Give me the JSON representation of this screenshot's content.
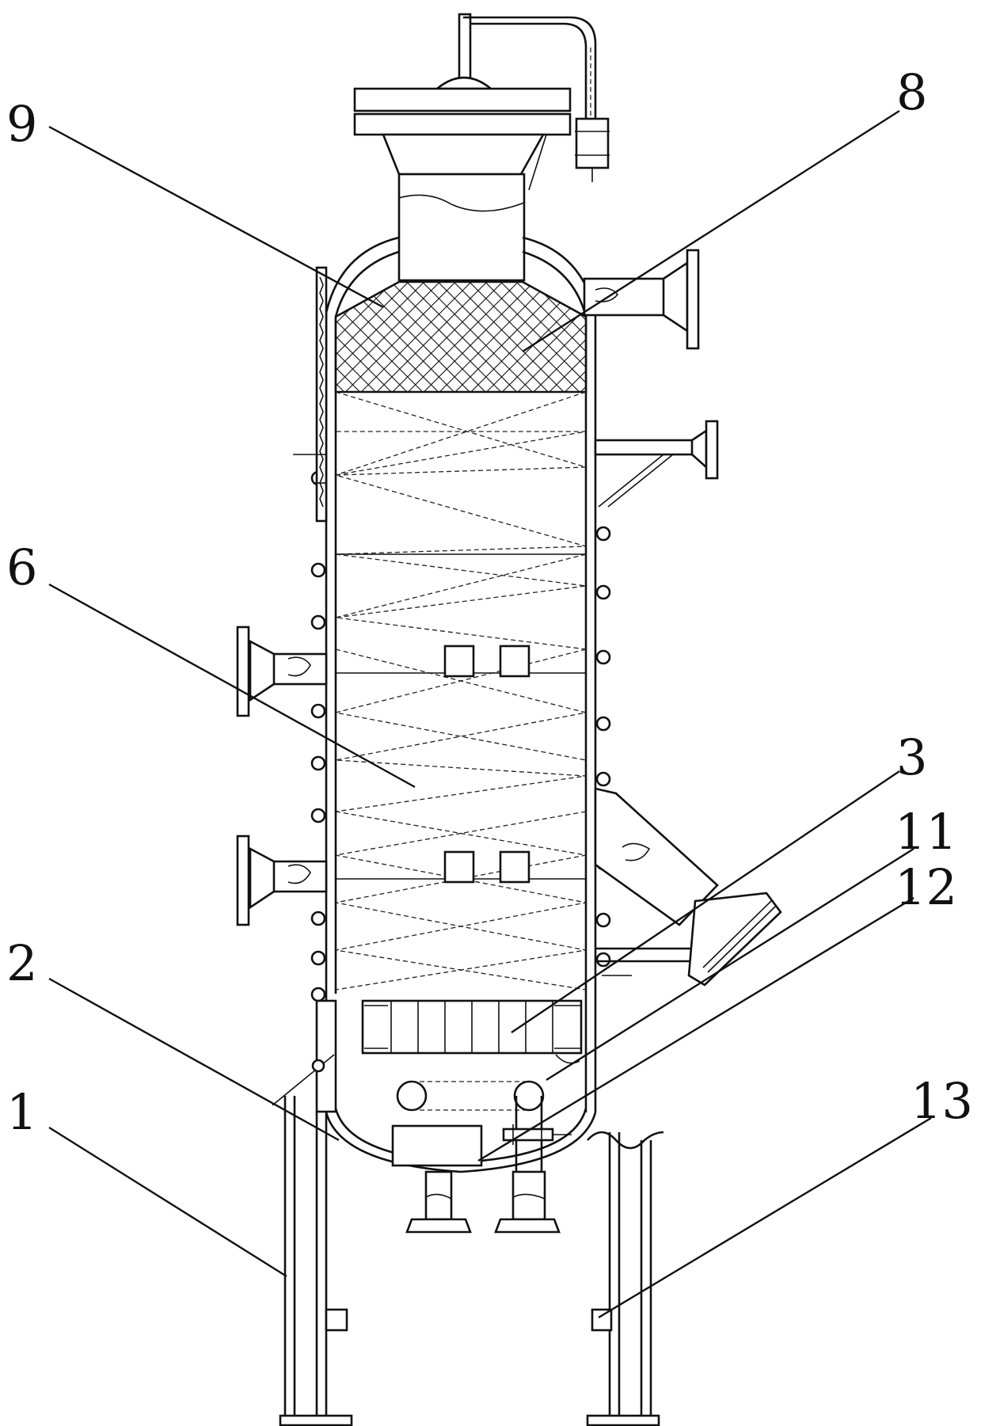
{
  "labels": {
    "l1": "1",
    "l2": "2",
    "l3": "3",
    "l6": "6",
    "l8": "8",
    "l9": "9",
    "l11": "11",
    "l12": "12",
    "l13": "13"
  },
  "colors": {
    "line": "#111111",
    "background": "#ffffff"
  }
}
